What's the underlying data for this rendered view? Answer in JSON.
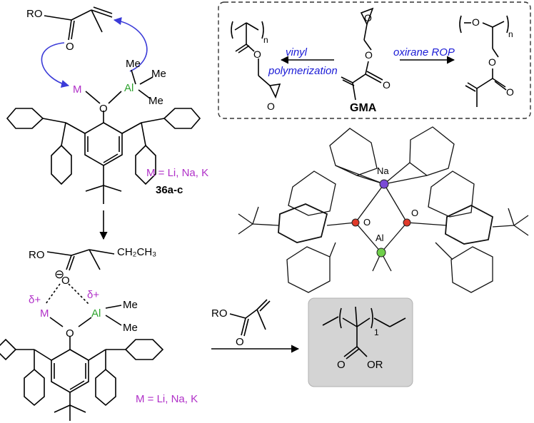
{
  "colors": {
    "metal": "#b030c8",
    "aluminum": "#2ea32e",
    "arrow_label": "#1a1ad6",
    "arrow_curve": "#3b3bd8",
    "product_box": "#d4d4d4",
    "dashed_box": "#333333"
  },
  "top_complex": {
    "ester": "RO",
    "metal": "M",
    "oxygen": "O",
    "aluminum": "Al",
    "me": "Me",
    "metals_label": "M = Li, Na, K",
    "compound_label": "36a-c"
  },
  "gma_box": {
    "polymer_repeat": "n",
    "vinyl_label_1": "vinyl",
    "vinyl_label_2": "polymerization",
    "rop_label": "oxirane ROP",
    "monomer_label": "GMA",
    "oxygen": "O"
  },
  "crystal": {
    "na": "Na",
    "al": "Al",
    "o": "O"
  },
  "bottom_complex": {
    "ester": "RO",
    "chain": "CH₂CH₃",
    "anion": "⊖",
    "delta": "δ+",
    "metal": "M",
    "oxygen": "O",
    "aluminum": "Al",
    "me": "Me",
    "metals_label": "M = Li, Na, K"
  },
  "monomer": {
    "ester": "RO",
    "oxygen": "O"
  },
  "product": {
    "repeat": "1",
    "ester": "OR",
    "oxygen": "O"
  }
}
